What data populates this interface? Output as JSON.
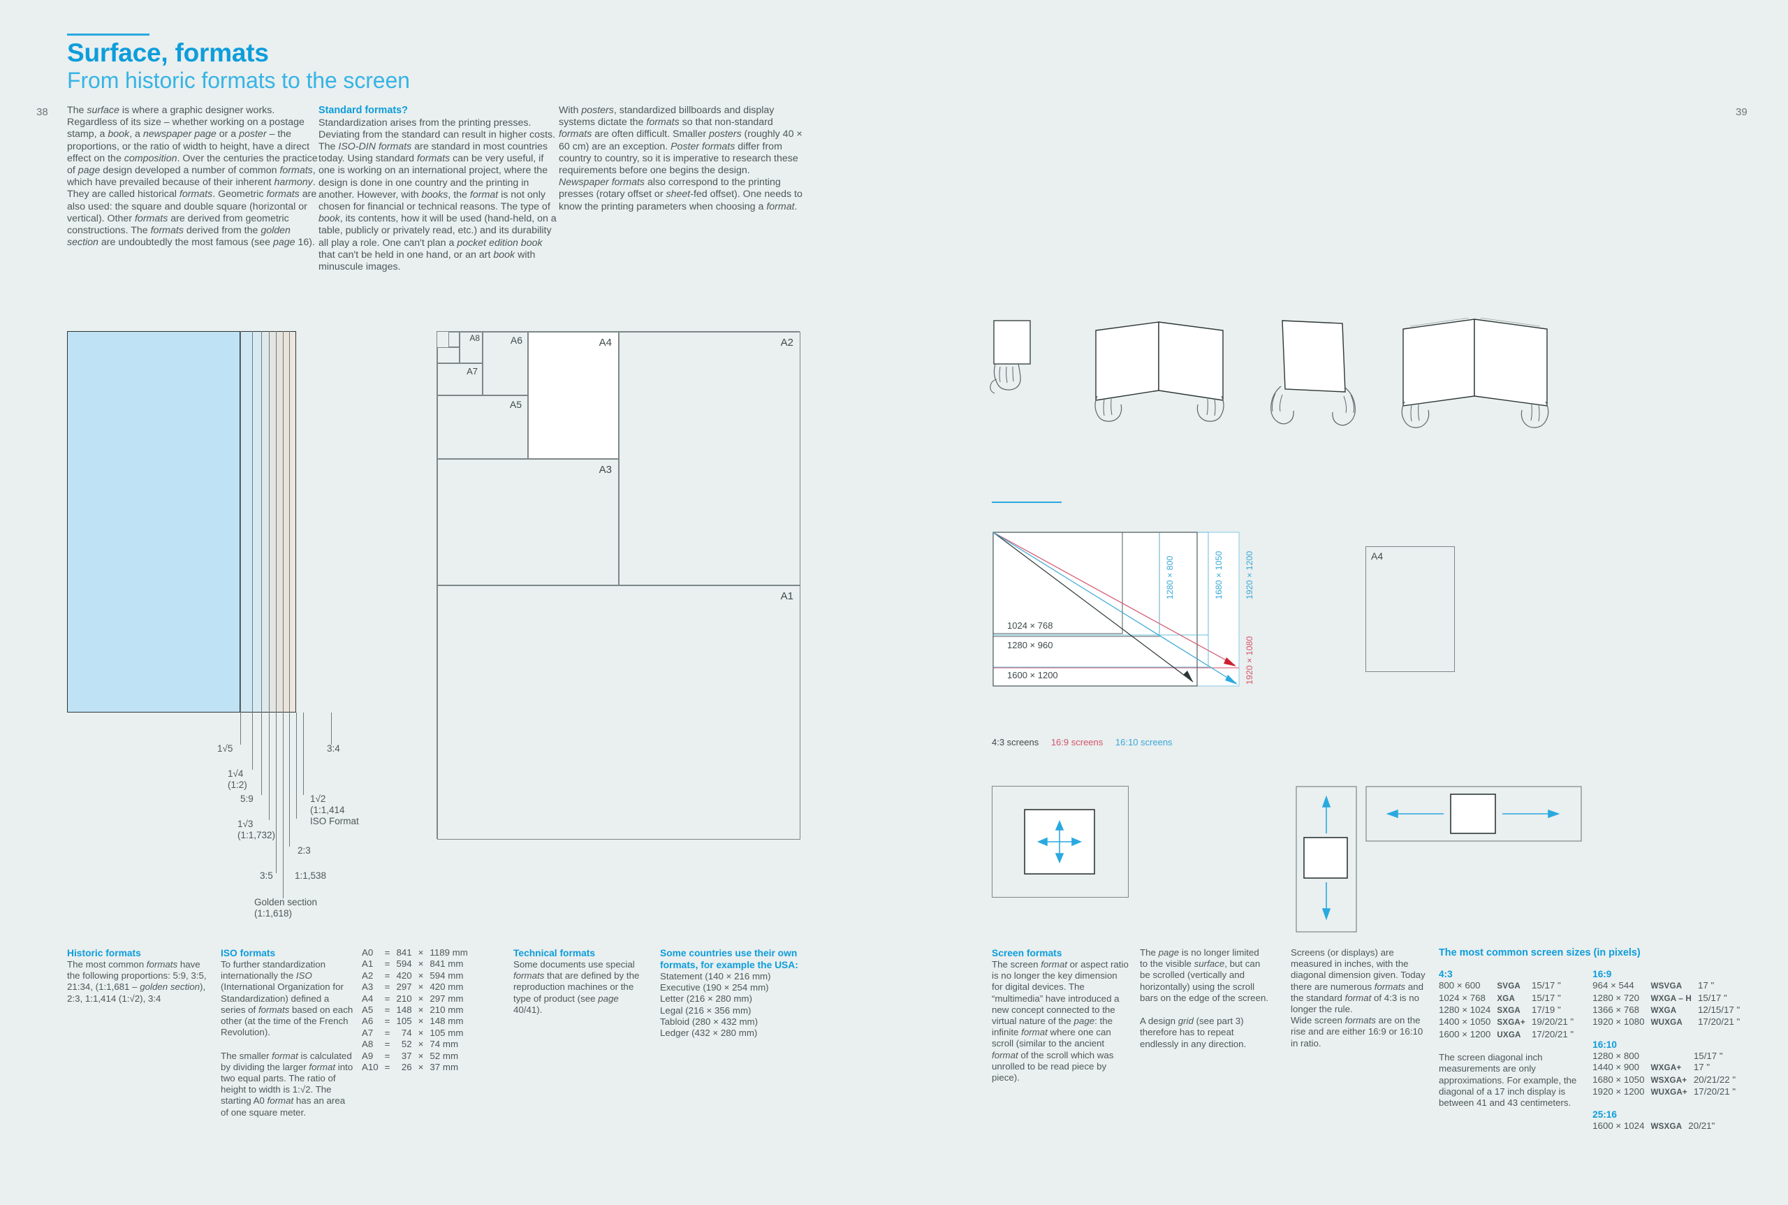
{
  "header": {
    "title": "Surface, formats",
    "subtitle": "From historic formats to the screen",
    "folio_left": "38",
    "folio_right": "39"
  },
  "intro": {
    "col1": "The surface is where a graphic designer works. Regardless of its size – whether working on a postage stamp, a book, a newspaper page or a poster – the proportions, or the ratio of width to height, have a direct effect on the composition. Over the centuries the practice of page design developed a number of common formats, which have prevailed because of their inherent harmony. They are called historical formats. Geometric formats are also used: the square and double square (horizontal or vertical). Other formats are derived from geometric constructions. The formats derived from the golden section are undoubtedly the most famous (see page 16).",
    "col2_head": "Standard formats?",
    "col2": "Standardization arises from the printing presses. Deviating from the standard can result in higher costs. The ISO-DIN formats are standard in most countries today. Using standard formats can be very useful, if one is working on an international project, where the design is done in one country and the printing in another. However, with books, the format is not only chosen for financial or technical reasons. The type of book, its contents, how it will be used (hand-held, on a table, publicly or privately read, etc.) and its durability all play a role. One can't plan a pocket edition book that can't be held in one hand, or an art book with minuscule images.",
    "col3_a": "With posters, standardized billboards and display systems dictate the formats so that non-standard formats are often difficult. Smaller posters (roughly 40 × 60 cm) are an exception. Poster formats differ from country to country, so it is imperative to research these requirements before one begins the design.",
    "col3_b": "Newspaper formats also correspond to the printing presses (rotary offset or sheet-fed offset). One needs to know the printing parameters when choosing a format."
  },
  "proportion_chart": {
    "ticks": [
      {
        "label": "1√5",
        "sub": ""
      },
      {
        "label": "1√4",
        "sub": "(1:2)"
      },
      {
        "label": "5:9",
        "sub": ""
      },
      {
        "label": "1√3",
        "sub": "(1:1,732)"
      },
      {
        "label": "3:5",
        "sub": ""
      },
      {
        "label": "Golden section",
        "sub": "(1:1,618)"
      },
      {
        "label": "1:1,538",
        "sub": ""
      },
      {
        "label": "2:3",
        "sub": ""
      },
      {
        "label": "1√2",
        "sub": "(1:1,414",
        "sub2": "ISO Format"
      },
      {
        "label": "3:4",
        "sub": ""
      }
    ]
  },
  "aseries_diagram": {
    "labels": [
      "A1",
      "A2",
      "A3",
      "A4",
      "A5",
      "A6",
      "A7",
      "A8"
    ]
  },
  "screen_diagram": {
    "horizontal_labels": [
      "1024 × 768",
      "1280 × 960",
      "1600 × 1200"
    ],
    "vertical_labels": [
      "1280 × 800",
      "1680 × 1050",
      "1920 × 1200",
      "1920 × 1080"
    ],
    "legend": [
      {
        "text": "4:3 screens",
        "color": "#3f4a4a"
      },
      {
        "text": "16:9 screens",
        "color": "#d2536a"
      },
      {
        "text": "16:10 screens",
        "color": "#37a8d8"
      }
    ],
    "a4_label": "A4"
  },
  "bottom_left": {
    "historic": {
      "head": "Historic formats",
      "body": "The most common formats have the following proportions: 5:9, 3:5, 21:34, (1:1,681 – golden section), 2:3, 1:1,414 (1:√2), 3:4"
    },
    "iso": {
      "head": "ISO formats",
      "p1": "To further standardization internationally the ISO (International Organization for Standardization) defined a series of formats based on each other (at the time of the French Revolution).",
      "p2": "The smaller format is calculated by dividing the larger format into two equal parts. The ratio of height to width is 1:√2. The starting A0 format has an area of one square meter."
    },
    "iso_sizes": [
      {
        "name": "A0",
        "eq": "=",
        "w": "841",
        "x": "×",
        "h": "1189 mm"
      },
      {
        "name": "A1",
        "eq": "=",
        "w": "594",
        "x": "×",
        "h": "841 mm"
      },
      {
        "name": "A2",
        "eq": "=",
        "w": "420",
        "x": "×",
        "h": "594 mm"
      },
      {
        "name": "A3",
        "eq": "=",
        "w": "297",
        "x": "×",
        "h": "420 mm"
      },
      {
        "name": "A4",
        "eq": "=",
        "w": "210",
        "x": "×",
        "h": "297 mm"
      },
      {
        "name": "A5",
        "eq": "=",
        "w": "148",
        "x": "×",
        "h": "210 mm"
      },
      {
        "name": "A6",
        "eq": "=",
        "w": "105",
        "x": "×",
        "h": "148 mm"
      },
      {
        "name": "A7",
        "eq": "=",
        "w": "74",
        "x": "×",
        "h": "105 mm"
      },
      {
        "name": "A8",
        "eq": "=",
        "w": "52",
        "x": "×",
        "h": "74 mm"
      },
      {
        "name": "A9",
        "eq": "=",
        "w": "37",
        "x": "×",
        "h": "52 mm"
      },
      {
        "name": "A10",
        "eq": "=",
        "w": "26",
        "x": "×",
        "h": "37 mm"
      }
    ],
    "technical": {
      "head": "Technical formats",
      "body": "Some documents use special formats that are defined by the reproduction machines or the type of product (see page 40/41)."
    },
    "usa": {
      "head_line1": "Some countries use their own",
      "head_line2": "formats, for example the USA:",
      "items": [
        "Statement (140 × 216 mm)",
        "Executive (190 × 254 mm)",
        "Letter (216 × 280 mm)",
        "Legal (216 × 356 mm)",
        "Tabloid (280 × 432 mm)",
        "Ledger (432 × 280 mm)"
      ]
    }
  },
  "bottom_right": {
    "screen_formats": {
      "head": "Screen formats",
      "body": "The screen format or aspect ratio is no longer the key dimension for digital devices. The “multimedia” have introduced a new concept connected to the virtual nature of the page: the infinite format where one can scroll (similar to the ancient format of the scroll which was unrolled to be read piece by piece)."
    },
    "page_col": {
      "p1": "The page is no longer limited to the visible surface, but can be scrolled (vertically and horizontally) using the scroll bars on the edge of the screen.",
      "p2": "A design grid (see part 3) therefore has to repeat endlessly in any direction."
    },
    "measure_col": {
      "p1": "Screens (or displays) are measured in inches, with the diagonal dimension given. Today there are numerous formats and the standard format of 4:3 is no longer the rule.",
      "p2": "Wide screen formats are on the rise and are either 16:9 or 16:10 in ratio."
    },
    "sizes": {
      "head": "The most common screen sizes (in pixels)",
      "groups_left": [
        {
          "ratio": "4:3",
          "rows": [
            {
              "res": "800 × 600",
              "name": "SVGA",
              "inch": "15/17 \""
            },
            {
              "res": "1024 × 768",
              "name": "XGA",
              "inch": "15/17 \""
            },
            {
              "res": "1280 × 1024",
              "name": "SXGA",
              "inch": "17/19 \""
            },
            {
              "res": "1400 × 1050",
              "name": "SXGA+",
              "inch": "19/20/21 \""
            },
            {
              "res": "1600 × 1200",
              "name": "UXGA",
              "inch": "17/20/21 \""
            }
          ]
        }
      ],
      "note_left": "The screen diagonal inch measurements are only approximations. For example, the diagonal of a 17 inch display is between 41 and 43 centimeters.",
      "groups_right": [
        {
          "ratio": "16:9",
          "rows": [
            {
              "res": "964 × 544",
              "name": "WSVGA",
              "inch": "17 \""
            },
            {
              "res": "1280 × 720",
              "name": "WXGA – H",
              "inch": "15/17 \""
            },
            {
              "res": "1366 × 768",
              "name": "WXGA",
              "inch": "12/15/17 \""
            },
            {
              "res": "1920 × 1080",
              "name": "WUXGA",
              "inch": "17/20/21 \""
            }
          ]
        },
        {
          "ratio": "16:10",
          "rows": [
            {
              "res": "1280 × 800",
              "name": "",
              "inch": "15/17 \""
            },
            {
              "res": "1440 × 900",
              "name": "WXGA+",
              "inch": "17 \""
            },
            {
              "res": "1680 × 1050",
              "name": "WSXGA+",
              "inch": "20/21/22 \""
            },
            {
              "res": "1920 × 1200",
              "name": "WUXGA+",
              "inch": "17/20/21 \""
            }
          ]
        },
        {
          "ratio": "25:16",
          "rows": [
            {
              "res": "1600 × 1024",
              "name": "WSXGA",
              "inch": "20/21\""
            }
          ]
        }
      ]
    }
  },
  "colors": {
    "accent": "#0d9ddb",
    "accent_light": "#36b4e5",
    "page_bg": "#eaefef",
    "ink": "#4d5858",
    "blue_fill": "#bfe2f4",
    "red": "#d2536a"
  }
}
